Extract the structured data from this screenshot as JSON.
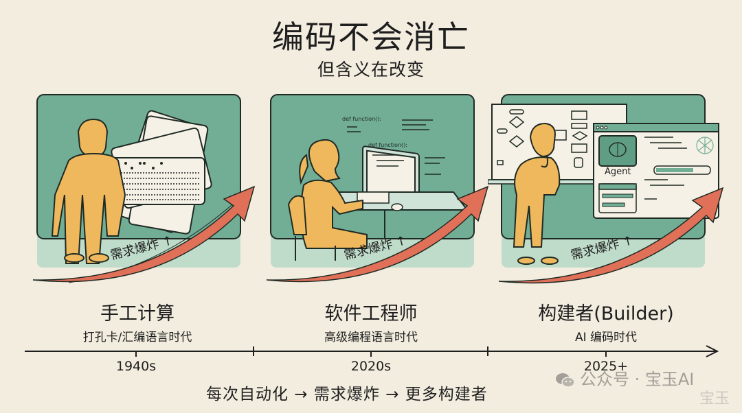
{
  "header": {
    "title": "编码不会消亡",
    "subtitle": "但含义在改变"
  },
  "colors": {
    "background": "#f3ede0",
    "panel_green": "#72ae96",
    "panel_floor": "#bfdcca",
    "figure_yellow": "#efb85c",
    "arrow_red": "#e07058",
    "outline": "#1f2a24",
    "watermark": "#a39f98"
  },
  "panels": [
    {
      "id": "manual",
      "demand_label": "需求爆炸 ↑",
      "illustration": "man-with-punch-cards",
      "era_title": "手工计算",
      "era_subtitle": "打孔卡/汇编语言时代",
      "year": "1940s"
    },
    {
      "id": "software",
      "demand_label": "需求爆炸 ↑",
      "illustration": "woman-coding-at-computer",
      "code_snippets": [
        "def function():",
        "def function():"
      ],
      "era_title": "软件工程师",
      "era_subtitle": "高级编程语言时代",
      "year": "2020s"
    },
    {
      "id": "builder",
      "demand_label": "需求爆炸 ↑",
      "illustration": "builder-with-flowchart-and-agent",
      "agent_label": "Agent",
      "era_title": "构建者(Builder)",
      "era_subtitle": "AI 编码时代",
      "year": "2025+"
    }
  ],
  "footer": {
    "text": "每次自动化 → 需求爆炸 → 更多构建者"
  },
  "watermark": {
    "text": "公众号 · 宝玉AI",
    "text2": "宝玉"
  }
}
